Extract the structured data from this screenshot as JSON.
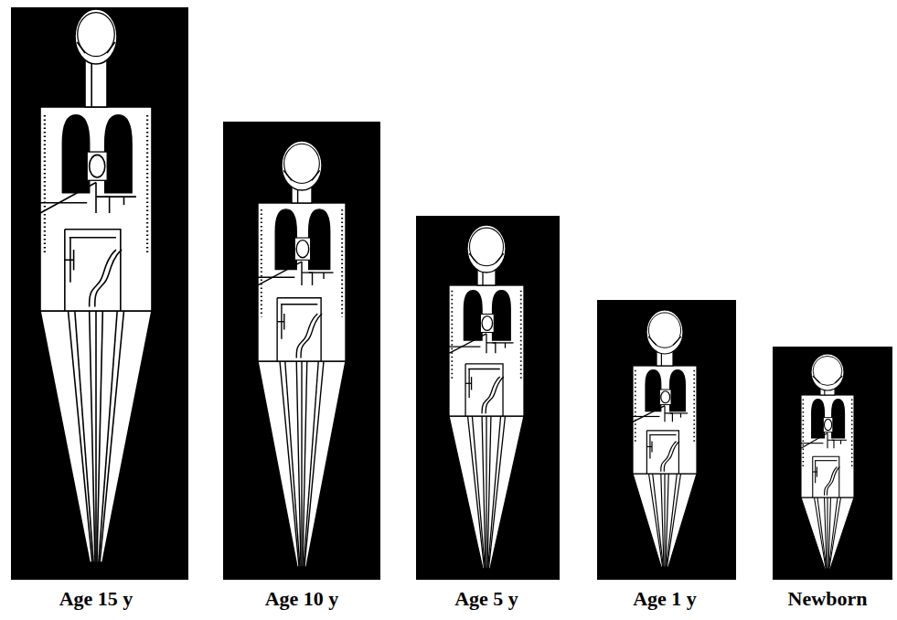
{
  "diagram": {
    "labels": [
      "Age 15 y",
      "Age 10 y",
      "Age 5 y",
      "Age 1 y",
      "Newborn"
    ]
  }
}
